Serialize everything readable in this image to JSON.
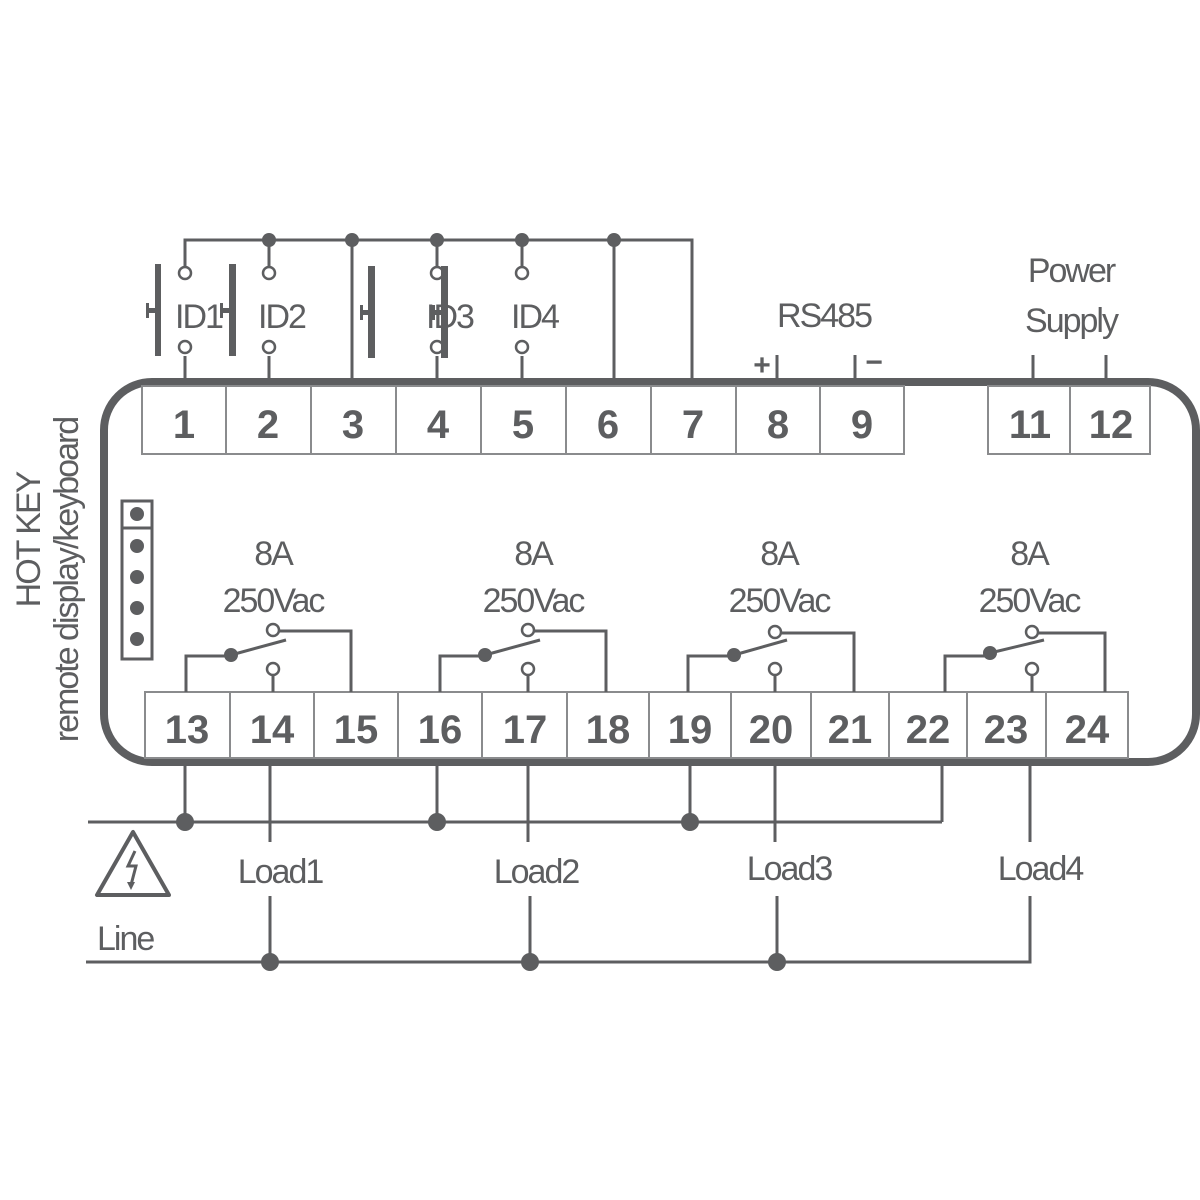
{
  "diagram": {
    "title": "Controller wiring diagram",
    "colors": {
      "line": "#5d5e60",
      "cell_border": "#8a8b8d",
      "background": "#ffffff"
    },
    "top_terminals": [
      "1",
      "2",
      "3",
      "4",
      "5",
      "6",
      "7",
      "8",
      "9"
    ],
    "power_terminals": [
      "11",
      "12"
    ],
    "bottom_terminals": [
      "13",
      "14",
      "15",
      "16",
      "17",
      "18",
      "19",
      "20",
      "21",
      "22",
      "23",
      "24"
    ],
    "digital_inputs": [
      "ID1",
      "ID2",
      "ID3",
      "ID4"
    ],
    "rs485": {
      "label": "RS485",
      "plus": "+",
      "minus": "−"
    },
    "power_supply": {
      "line1": "Power",
      "line2": "Supply"
    },
    "hot_key": {
      "line1": "HOT KEY",
      "line2": "remote display/keyboard"
    },
    "relays": [
      {
        "current": "8A",
        "voltage": "250Vac"
      },
      {
        "current": "8A",
        "voltage": "250Vac"
      },
      {
        "current": "8A",
        "voltage": "250Vac"
      },
      {
        "current": "8A",
        "voltage": "250Vac"
      }
    ],
    "loads": [
      "Load1",
      "Load2",
      "Load3",
      "Load4"
    ],
    "line_label": "Line",
    "warning_icon": "high-voltage-warning-icon"
  }
}
